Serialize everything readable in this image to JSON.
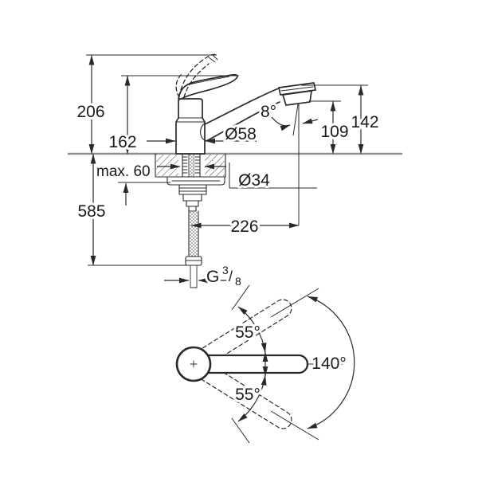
{
  "page": {
    "background": "#ffffff"
  },
  "colors": {
    "line": "#2a2a2a",
    "dim": "#2a2a2a",
    "light_line": "#8f8f8f",
    "text": "#1a1a1a"
  },
  "side_view": {
    "labels": {
      "height_max_open": "206",
      "height_to_lever": "162",
      "spout_top_height": "142",
      "outlet_height": "109",
      "spout_tilt_angle": "8°",
      "body_diameter": "Ø58",
      "mount_hole_diameter": "Ø34",
      "deck_thickness": "max. 60",
      "hose_drop": "585",
      "spout_reach": "226",
      "thread_g": "G",
      "thread_sup": "3",
      "thread_slash": "/",
      "thread_sub": "8"
    }
  },
  "top_view": {
    "labels": {
      "swivel_upper": "55°",
      "swivel_lower": "55°",
      "swivel_total": "140°"
    }
  }
}
